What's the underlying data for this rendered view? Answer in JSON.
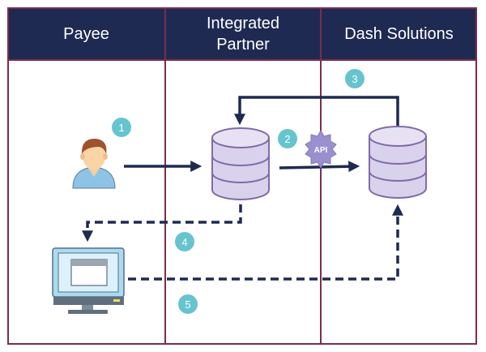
{
  "headers": {
    "payee": "Payee",
    "partner_line1": "Integrated",
    "partner_line2": "Partner",
    "dash": "Dash Solutions"
  },
  "api_label": "API",
  "steps": [
    "1",
    "2",
    "3",
    "4",
    "5"
  ],
  "colors": {
    "header_bg": "#1f2a52",
    "border": "#7b2d4d",
    "arrow": "#1f2a52",
    "step_badge": "#66c4cf",
    "database_fill": "#d9d2ec",
    "database_stroke": "#7f6ba8",
    "gear": "#9a8fcf",
    "monitor_frame": "#a9dbf2",
    "monitor_stroke": "#5a6f80"
  }
}
